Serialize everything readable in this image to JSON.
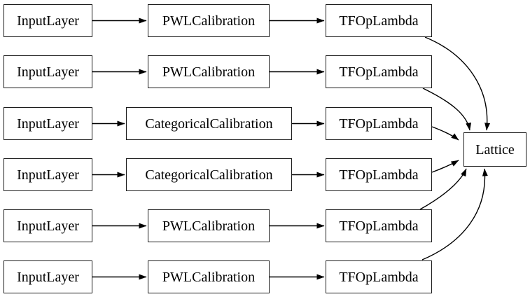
{
  "diagram": {
    "type": "keras-model-graph",
    "background": "#ffffff",
    "colors": {
      "node_fill": "#ffffff",
      "node_border": "#1c1c1c",
      "edge": "#000000",
      "text": "#000000"
    },
    "rows": [
      {
        "input": "InputLayer",
        "calibration": "PWLCalibration",
        "op": "TFOpLambda"
      },
      {
        "input": "InputLayer",
        "calibration": "PWLCalibration",
        "op": "TFOpLambda"
      },
      {
        "input": "InputLayer",
        "calibration": "CategoricalCalibration",
        "op": "TFOpLambda"
      },
      {
        "input": "InputLayer",
        "calibration": "CategoricalCalibration",
        "op": "TFOpLambda"
      },
      {
        "input": "InputLayer",
        "calibration": "PWLCalibration",
        "op": "TFOpLambda"
      },
      {
        "input": "InputLayer",
        "calibration": "PWLCalibration",
        "op": "TFOpLambda"
      }
    ],
    "output": {
      "label": "Lattice"
    },
    "edges": [
      {
        "from": "input-0",
        "to": "calibration-0"
      },
      {
        "from": "calibration-0",
        "to": "op-0"
      },
      {
        "from": "op-0",
        "to": "lattice"
      },
      {
        "from": "input-1",
        "to": "calibration-1"
      },
      {
        "from": "calibration-1",
        "to": "op-1"
      },
      {
        "from": "op-1",
        "to": "lattice"
      },
      {
        "from": "input-2",
        "to": "calibration-2"
      },
      {
        "from": "calibration-2",
        "to": "op-2"
      },
      {
        "from": "op-2",
        "to": "lattice"
      },
      {
        "from": "input-3",
        "to": "calibration-3"
      },
      {
        "from": "calibration-3",
        "to": "op-3"
      },
      {
        "from": "op-3",
        "to": "lattice"
      },
      {
        "from": "input-4",
        "to": "calibration-4"
      },
      {
        "from": "calibration-4",
        "to": "op-4"
      },
      {
        "from": "op-4",
        "to": "lattice"
      },
      {
        "from": "input-5",
        "to": "calibration-5"
      },
      {
        "from": "calibration-5",
        "to": "op-5"
      },
      {
        "from": "op-5",
        "to": "lattice"
      }
    ]
  }
}
